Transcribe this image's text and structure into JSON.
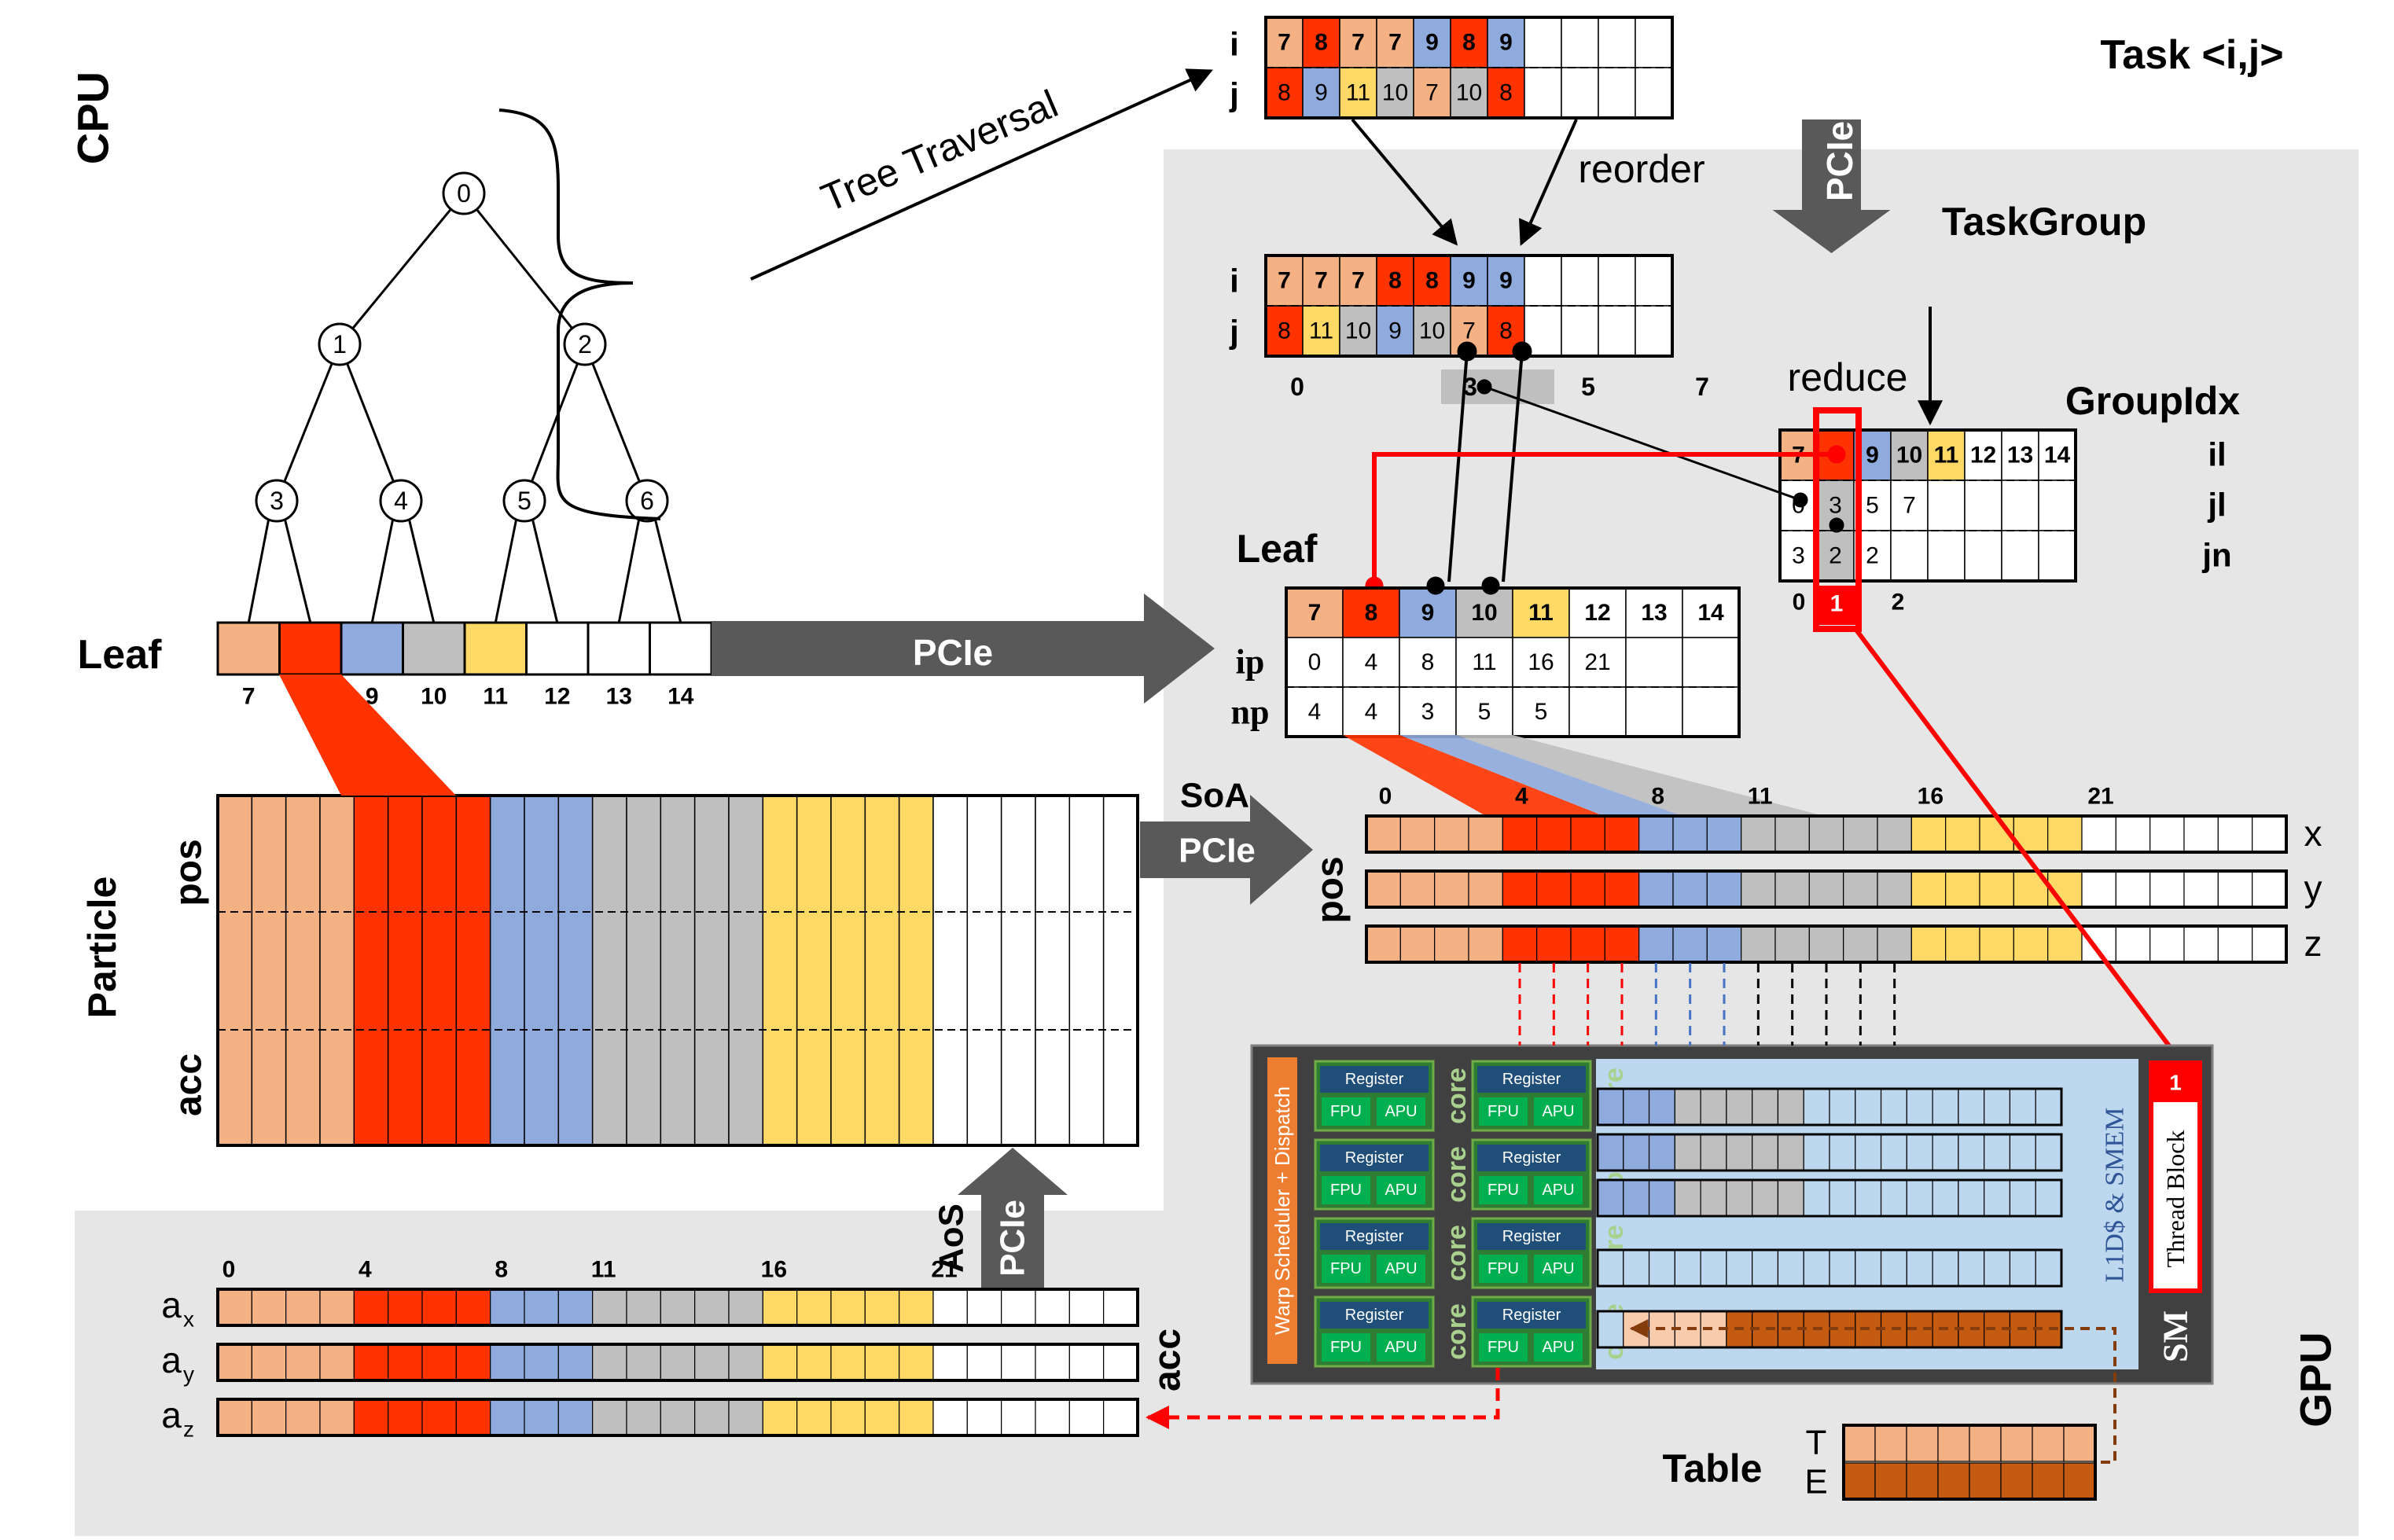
{
  "colors": {
    "lightOrange": "#F4B183",
    "red": "#FF3300",
    "blue": "#8FAADC",
    "gray": "#BFBFBF",
    "yellow": "#FFD966",
    "white": "#FFFFFF",
    "bgGray": "#E7E6E6",
    "darkArrow": "#595959",
    "sharedMem": "#BDD7EE",
    "brown": "#C55A11",
    "green": "#00B050",
    "navy": "#1F4E79"
  },
  "labels": {
    "cpu": "CPU",
    "gpu": "GPU",
    "tree_traversal": "Tree Traversal",
    "task": "Task <i,j>",
    "reorder": "reorder",
    "pcie": "PCIe",
    "taskgroup": "TaskGroup",
    "reduce": "reduce",
    "groupidx": "GroupIdx",
    "leaf": "Leaf",
    "leaf_gpu": "Leaf",
    "particle": "Particle",
    "pos": "pos",
    "acc": "acc",
    "soa": "SoA",
    "aos": "AoS",
    "table": "Table",
    "thread_block": "Thread Block",
    "sm": "SM",
    "l1": "L1D$ & SMEM",
    "warp": "Warp Scheduler + Dispatch",
    "register": "Register",
    "fpu": "FPU",
    "apu": "APU",
    "core": "core",
    "i": "i",
    "j": "j",
    "il": "il",
    "jl": "jl",
    "jn": "jn",
    "ip": "ip",
    "np": "np",
    "x": "x",
    "y": "y",
    "z": "z",
    "T": "T",
    "E": "E",
    "one": "1"
  },
  "tree": {
    "nodes": [
      "0",
      "1",
      "2",
      "3",
      "4",
      "5",
      "6"
    ],
    "leaves": [
      "7",
      "8",
      "9",
      "10",
      "11",
      "12",
      "13",
      "14"
    ]
  },
  "task": {
    "i": [
      "7",
      "8",
      "7",
      "7",
      "9",
      "8",
      "9"
    ],
    "j": [
      "8",
      "9",
      "11",
      "10",
      "7",
      "10",
      "8"
    ]
  },
  "taskgroup": {
    "i": [
      "7",
      "7",
      "7",
      "8",
      "8",
      "9",
      "9"
    ],
    "j": [
      "8",
      "11",
      "10",
      "9",
      "10",
      "7",
      "8"
    ],
    "index_labels": [
      "0",
      "3",
      "5",
      "7"
    ]
  },
  "groupidx": {
    "il": [
      "7",
      "8",
      "9",
      "10",
      "11",
      "12",
      "13",
      "14"
    ],
    "jl": [
      "0",
      "3",
      "5",
      "7"
    ],
    "jn": [
      "3",
      "2",
      "2"
    ],
    "index_labels": [
      "0",
      "1",
      "2"
    ]
  },
  "leaf_table": {
    "header": [
      "7",
      "8",
      "9",
      "10",
      "11",
      "12",
      "13",
      "14"
    ],
    "ip": [
      "0",
      "4",
      "8",
      "11",
      "16",
      "21"
    ],
    "np": [
      "4",
      "4",
      "3",
      "5",
      "5"
    ]
  },
  "offsets": [
    "0",
    "4",
    "8",
    "11",
    "16",
    "21"
  ],
  "acc_rows": [
    "a",
    "a",
    "a"
  ],
  "acc_subs": [
    "x",
    "y",
    "z"
  ]
}
